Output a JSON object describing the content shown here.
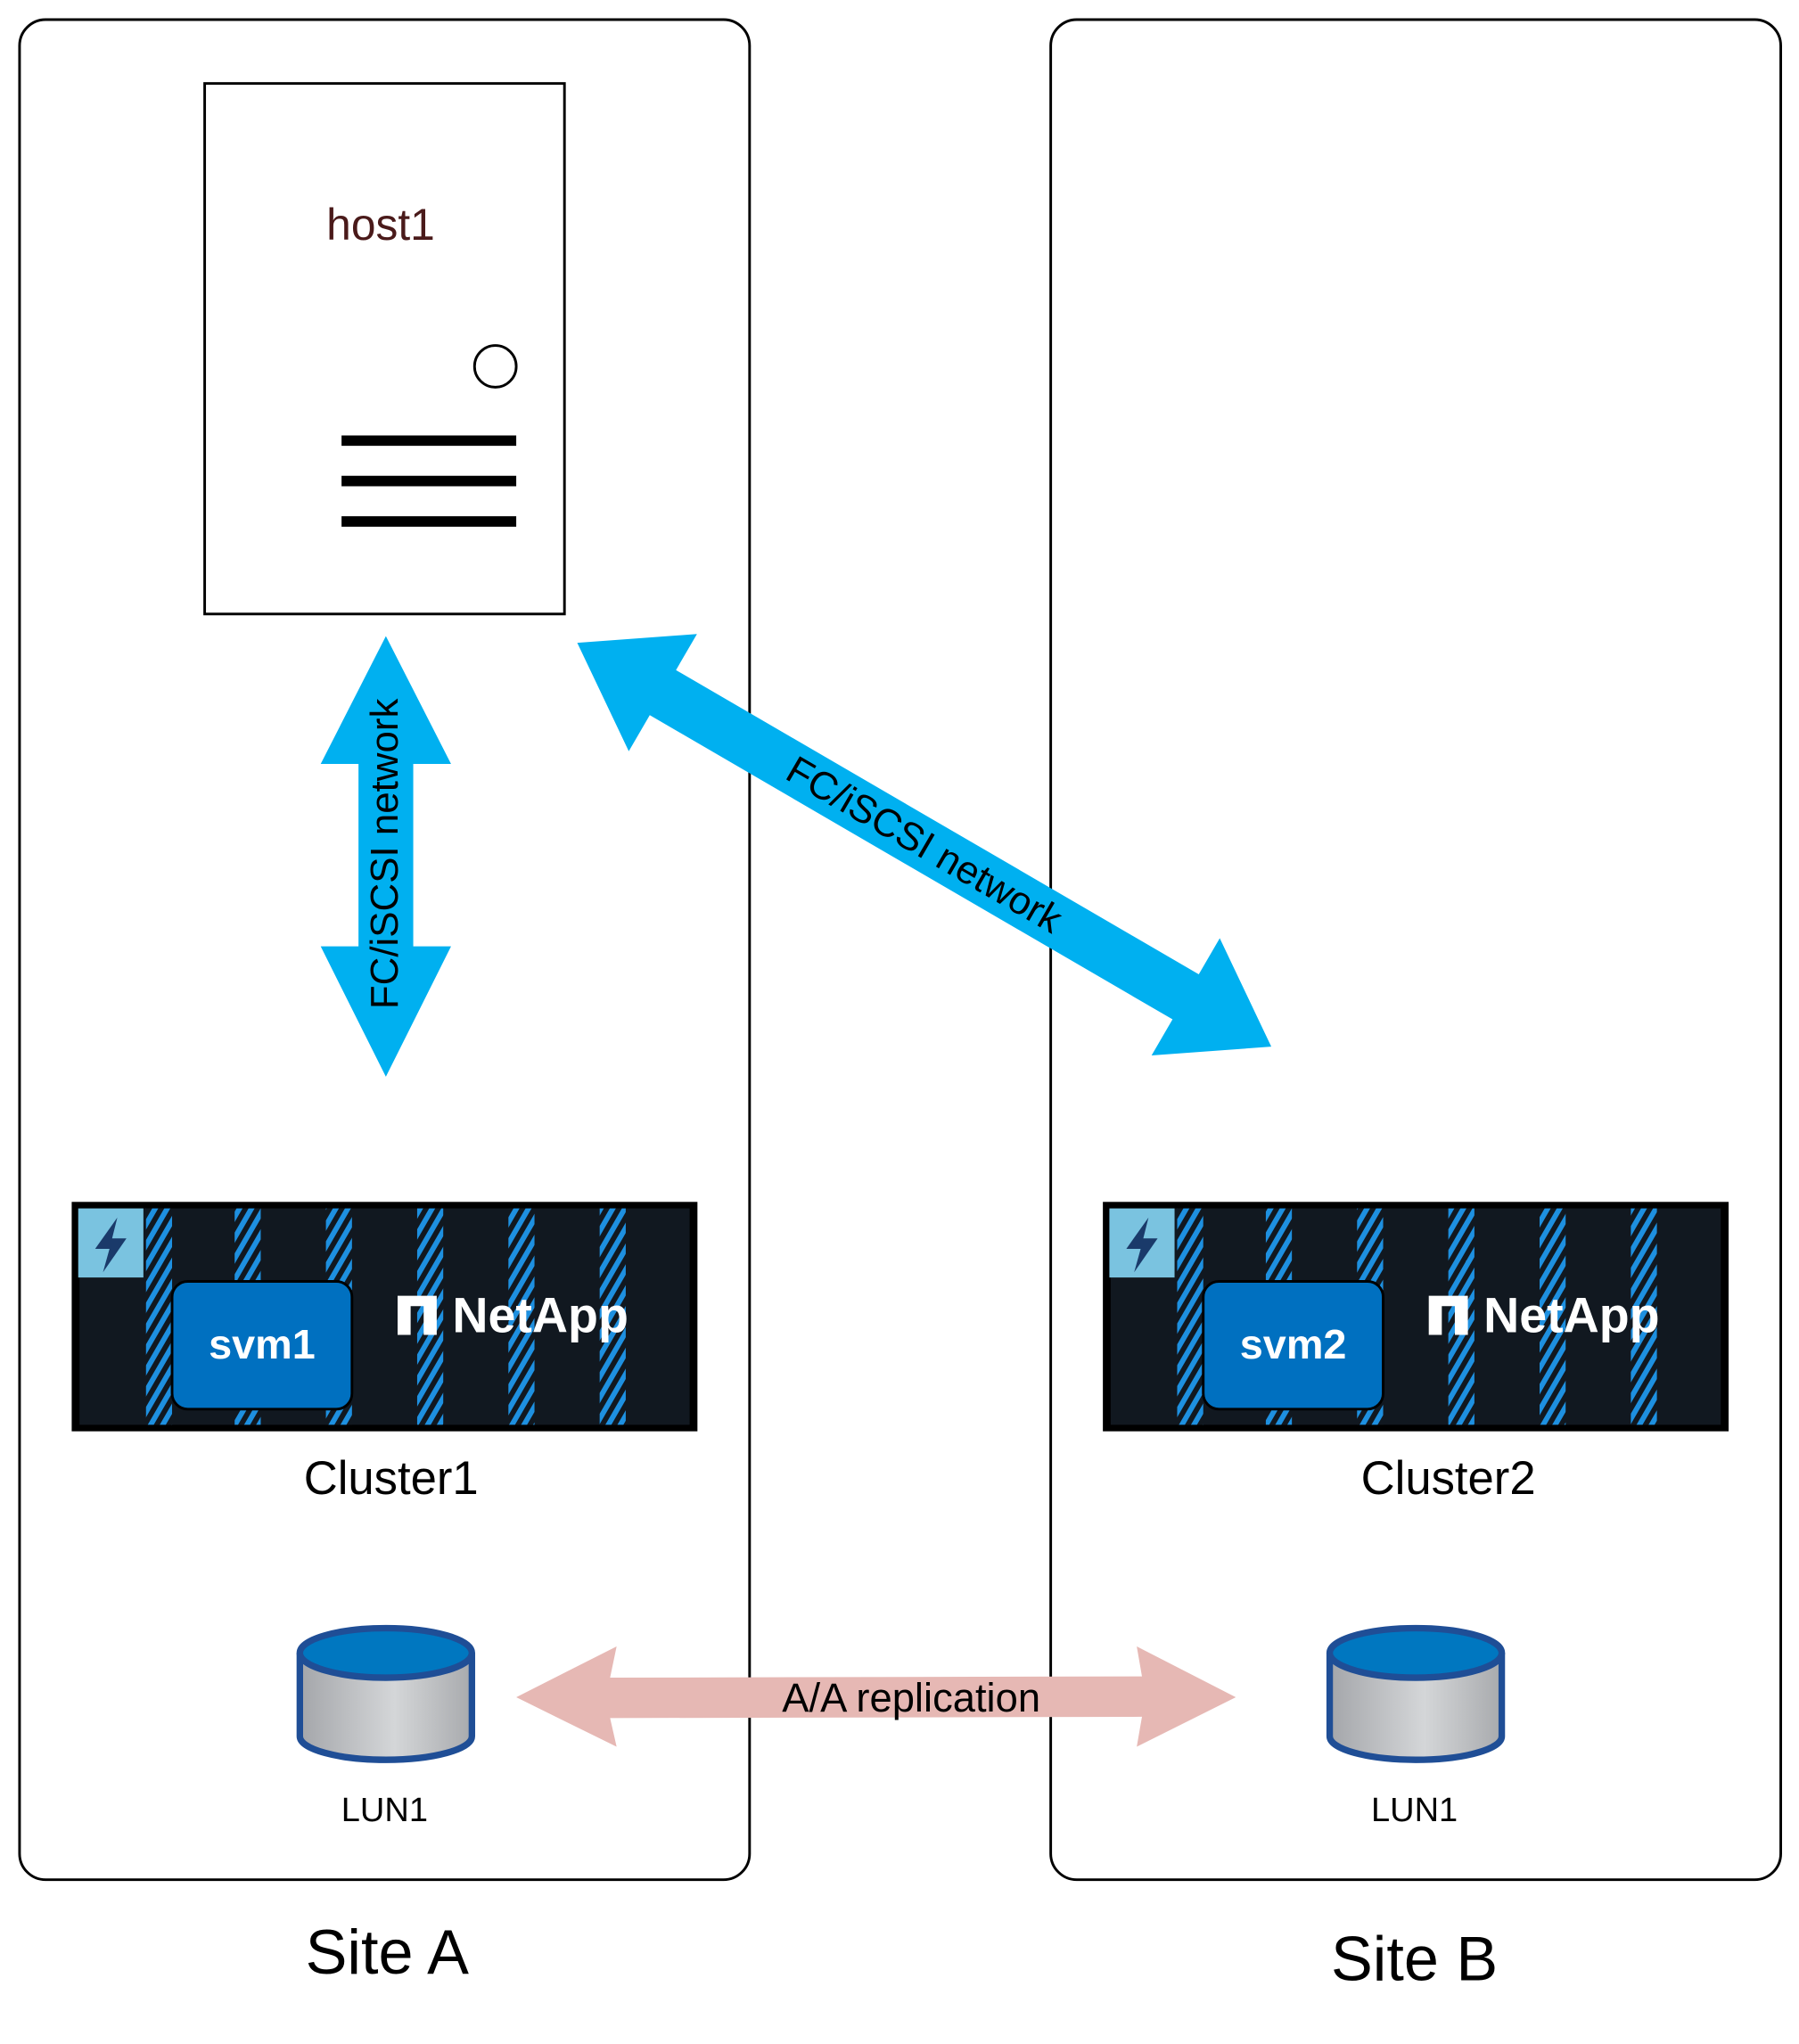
{
  "sites": [
    {
      "label": "Site A",
      "host": "host1",
      "cluster": "Cluster1",
      "svm": "svm1",
      "lun": "LUN1",
      "brand": "NetApp"
    },
    {
      "label": "Site B",
      "cluster": "Cluster2",
      "svm": "svm2",
      "lun": "LUN1",
      "brand": "NetApp"
    }
  ],
  "links": {
    "local_network": "FC/iSCSI network",
    "remote_network": "FC/iSCSI network",
    "replication": "A/A replication"
  },
  "colors": {
    "network_arrow": "#00b0f0",
    "replication_arrow": "#e6b8b4",
    "svm": "#0070c0",
    "cluster_bg": "#111820",
    "lun_top": "#0077c0",
    "lun_border": "#1f4e96"
  }
}
